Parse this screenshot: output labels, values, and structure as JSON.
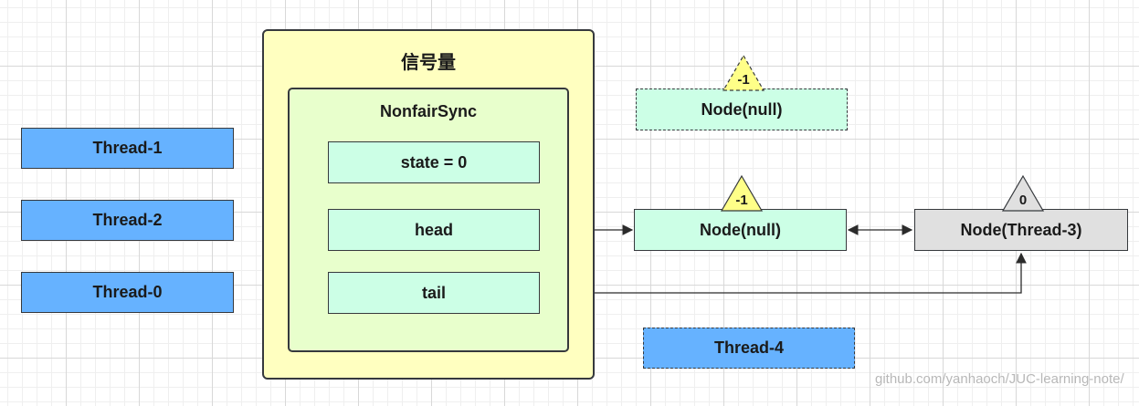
{
  "threads": {
    "t1": "Thread-1",
    "t2": "Thread-2",
    "t0": "Thread-0",
    "t4": "Thread-4"
  },
  "semaphore": {
    "title": "信号量",
    "sync": {
      "title": "NonfairSync",
      "state": "state = 0",
      "head": "head",
      "tail": "tail"
    }
  },
  "queue": {
    "dashed_node": {
      "label": "Node(null)",
      "status": "-1"
    },
    "head_node": {
      "label": "Node(null)",
      "status": "-1"
    },
    "thread3_node": {
      "label": "Node(Thread-3)",
      "status": "0"
    }
  },
  "colors": {
    "thread_fill": "#66b2ff",
    "node_fill": "#ccffe6",
    "semaphore_fill": "#ffffc0",
    "sync_fill": "#e8ffcc",
    "status_yellow": "#ffff88",
    "status_grey": "#e0e0e0",
    "thread3_fill": "#e0e0e0"
  },
  "watermark": "github.com/yanhaoch/JUC-learning-note/"
}
